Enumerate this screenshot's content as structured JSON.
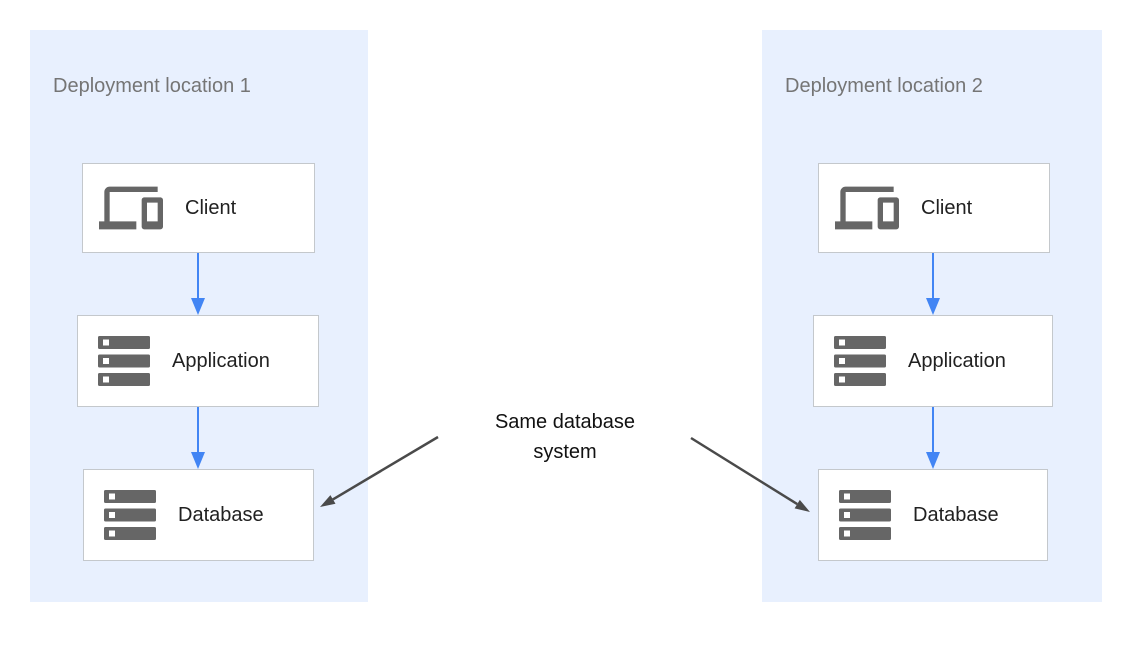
{
  "diagram": {
    "locations": [
      {
        "title": "Deployment location 1",
        "nodes": [
          {
            "label": "Client",
            "icon": "devices-icon"
          },
          {
            "label": "Application",
            "icon": "server-stack-icon"
          },
          {
            "label": "Database",
            "icon": "server-stack-icon"
          }
        ]
      },
      {
        "title": "Deployment location 2",
        "nodes": [
          {
            "label": "Client",
            "icon": "devices-icon"
          },
          {
            "label": "Application",
            "icon": "server-stack-icon"
          },
          {
            "label": "Database",
            "icon": "server-stack-icon"
          }
        ]
      }
    ],
    "annotation": {
      "line1": "Same database",
      "line2": "system"
    },
    "colors": {
      "panel_background": "#E8F0FE",
      "box_background": "#FFFFFF",
      "box_border": "#C4C8CC",
      "flow_arrow_blue": "#4285F4",
      "annotation_arrow_gray": "#4A4A4A",
      "icon_gray": "#666666",
      "title_gray": "#757575",
      "label_text": "#212121"
    }
  }
}
